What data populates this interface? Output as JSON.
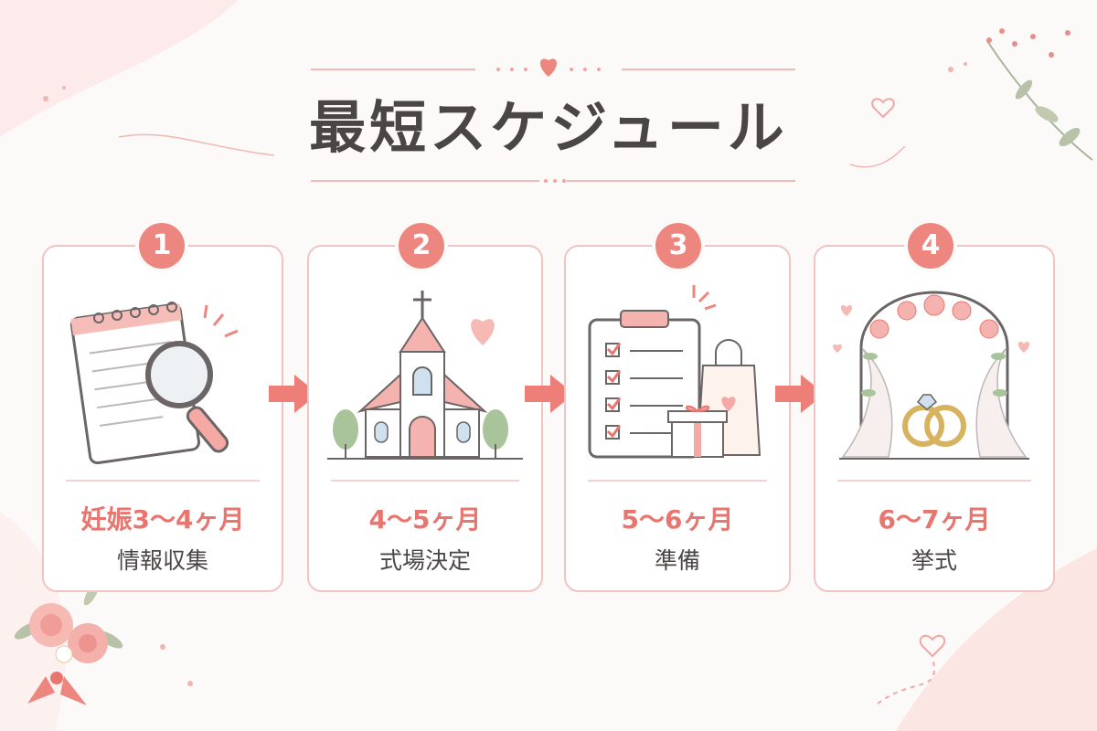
{
  "title": "最短スケジュール",
  "accent_color": "#ee8680",
  "steps": [
    {
      "number": "1",
      "period": "妊娠3〜4ヶ月",
      "task": "情報収集",
      "icon": "notebook-magnifier-icon"
    },
    {
      "number": "2",
      "period": "4〜5ヶ月",
      "task": "式場決定",
      "icon": "chapel-icon"
    },
    {
      "number": "3",
      "period": "5〜6ヶ月",
      "task": "準備",
      "icon": "checklist-gift-icon"
    },
    {
      "number": "4",
      "period": "6〜7ヶ月",
      "task": "挙式",
      "icon": "wedding-arch-rings-icon"
    }
  ]
}
